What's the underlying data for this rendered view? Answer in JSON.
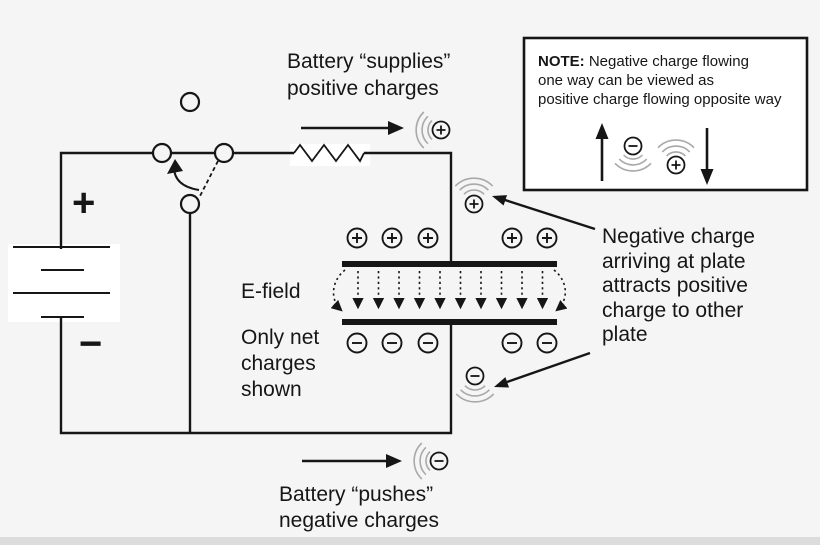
{
  "colors": {
    "background": "#f5f5f5",
    "ink": "#161616",
    "ripple": "#a9a9a9",
    "note_background": "#ffffff",
    "bottom_strip": "#dcdcdc"
  },
  "labels": {
    "battery_supplies_line1": "Battery “supplies”",
    "battery_supplies_line2": "positive charges",
    "efield": "E-field",
    "only_net_line1": "Only net",
    "only_net_line2": "charges",
    "only_net_line3": "shown",
    "arriving_line1": "Negative charge",
    "arriving_line2": "arriving at plate",
    "arriving_line3": "attracts positive",
    "arriving_line4": "charge to other",
    "arriving_line5": "plate",
    "battery_pushes_line1": "Battery “pushes”",
    "battery_pushes_line2": "negative charges",
    "battery_plus": "+",
    "battery_minus": "−"
  },
  "note": {
    "title": "NOTE:",
    "line1_rest": " Negative charge flowing",
    "line2": "one way can be viewed as",
    "line3": "positive charge flowing opposite way"
  },
  "icons": {
    "positive_charge_glyph": "⊕",
    "negative_charge_glyph": "⊖",
    "motion_ripples": "((("
  }
}
